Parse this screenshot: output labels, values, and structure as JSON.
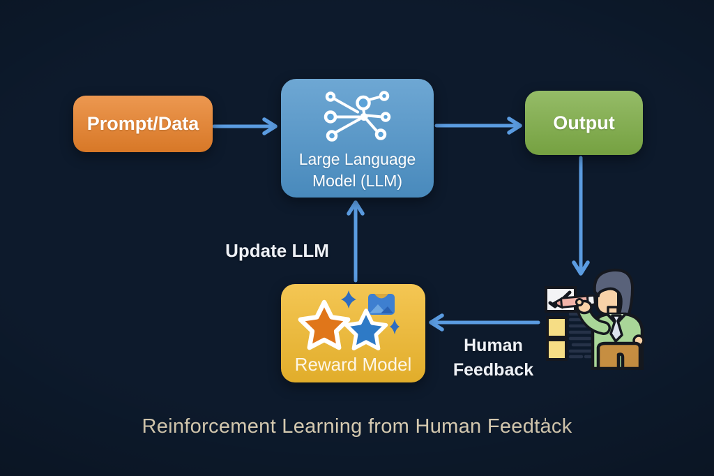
{
  "canvas": {
    "background": "#0d1a2c"
  },
  "title": {
    "text": "Reinforcement Learning from Human Feedta̍ck",
    "color": "#d9cdb3"
  },
  "boxes": {
    "prompt": {
      "label": "Prompt/Data",
      "bg": "#e8812a",
      "text_color": "#ffffff"
    },
    "llm": {
      "label_line1": "Large Language",
      "label_line2": "Model (LLM)",
      "bg_top": "#79b4e1",
      "bg_bottom": "#4e94ca",
      "text_color": "#eef6fc",
      "icon": "neural-network-icon"
    },
    "output": {
      "label": "Output",
      "bg": "#7ead46",
      "text_color": "#ffffff"
    },
    "reward": {
      "label": "Reward Model",
      "bg_top": "#f8d055",
      "bg_bottom": "#f2ba2e",
      "text_color": "#fdf6e7",
      "icons": [
        "orange-star-icon",
        "blue-star-icon",
        "sparkle-icon",
        "image-badge-icon"
      ]
    }
  },
  "labels": {
    "update_llm": {
      "text": "Update LLM",
      "color": "#eef1f6"
    },
    "human_feedback": {
      "line1": "Human",
      "line2": "Feedback",
      "color": "#eef1f6"
    }
  },
  "arrows": {
    "color": "#5b9ce1",
    "items": [
      {
        "name": "prompt-to-llm",
        "direction": "right"
      },
      {
        "name": "llm-to-output",
        "direction": "right"
      },
      {
        "name": "output-to-human",
        "direction": "down"
      },
      {
        "name": "human-to-reward",
        "direction": "left"
      },
      {
        "name": "reward-to-llm",
        "direction": "up"
      }
    ]
  },
  "icon_colors": {
    "node": "#ffffff",
    "node_fill": "#5aa2d8",
    "orange_star": "#e0761a",
    "blue_star": "#2e7ac6",
    "sparkle": "#2d6cc0",
    "badge_bg": "#3e7fd0",
    "badge_gold": "#d9a83f",
    "badge_mountain_light": "#6fa8e2",
    "badge_mountain_dark": "#2a62b4"
  },
  "illustration": {
    "name": "human-annotator",
    "colors": {
      "hair": "#59627a",
      "skin": "#f8d2a8",
      "shirt": "#a9d698",
      "collar": "#cfe9c4",
      "tie": "#dde2ee",
      "pants": "#c68e41",
      "pen": "#f2b4aa",
      "pen_cap": "#f2f3f5",
      "card": "#f4f4f6",
      "checklist_square": "#f6dd85",
      "list_line": "#263248",
      "outline": "#15181f"
    }
  }
}
